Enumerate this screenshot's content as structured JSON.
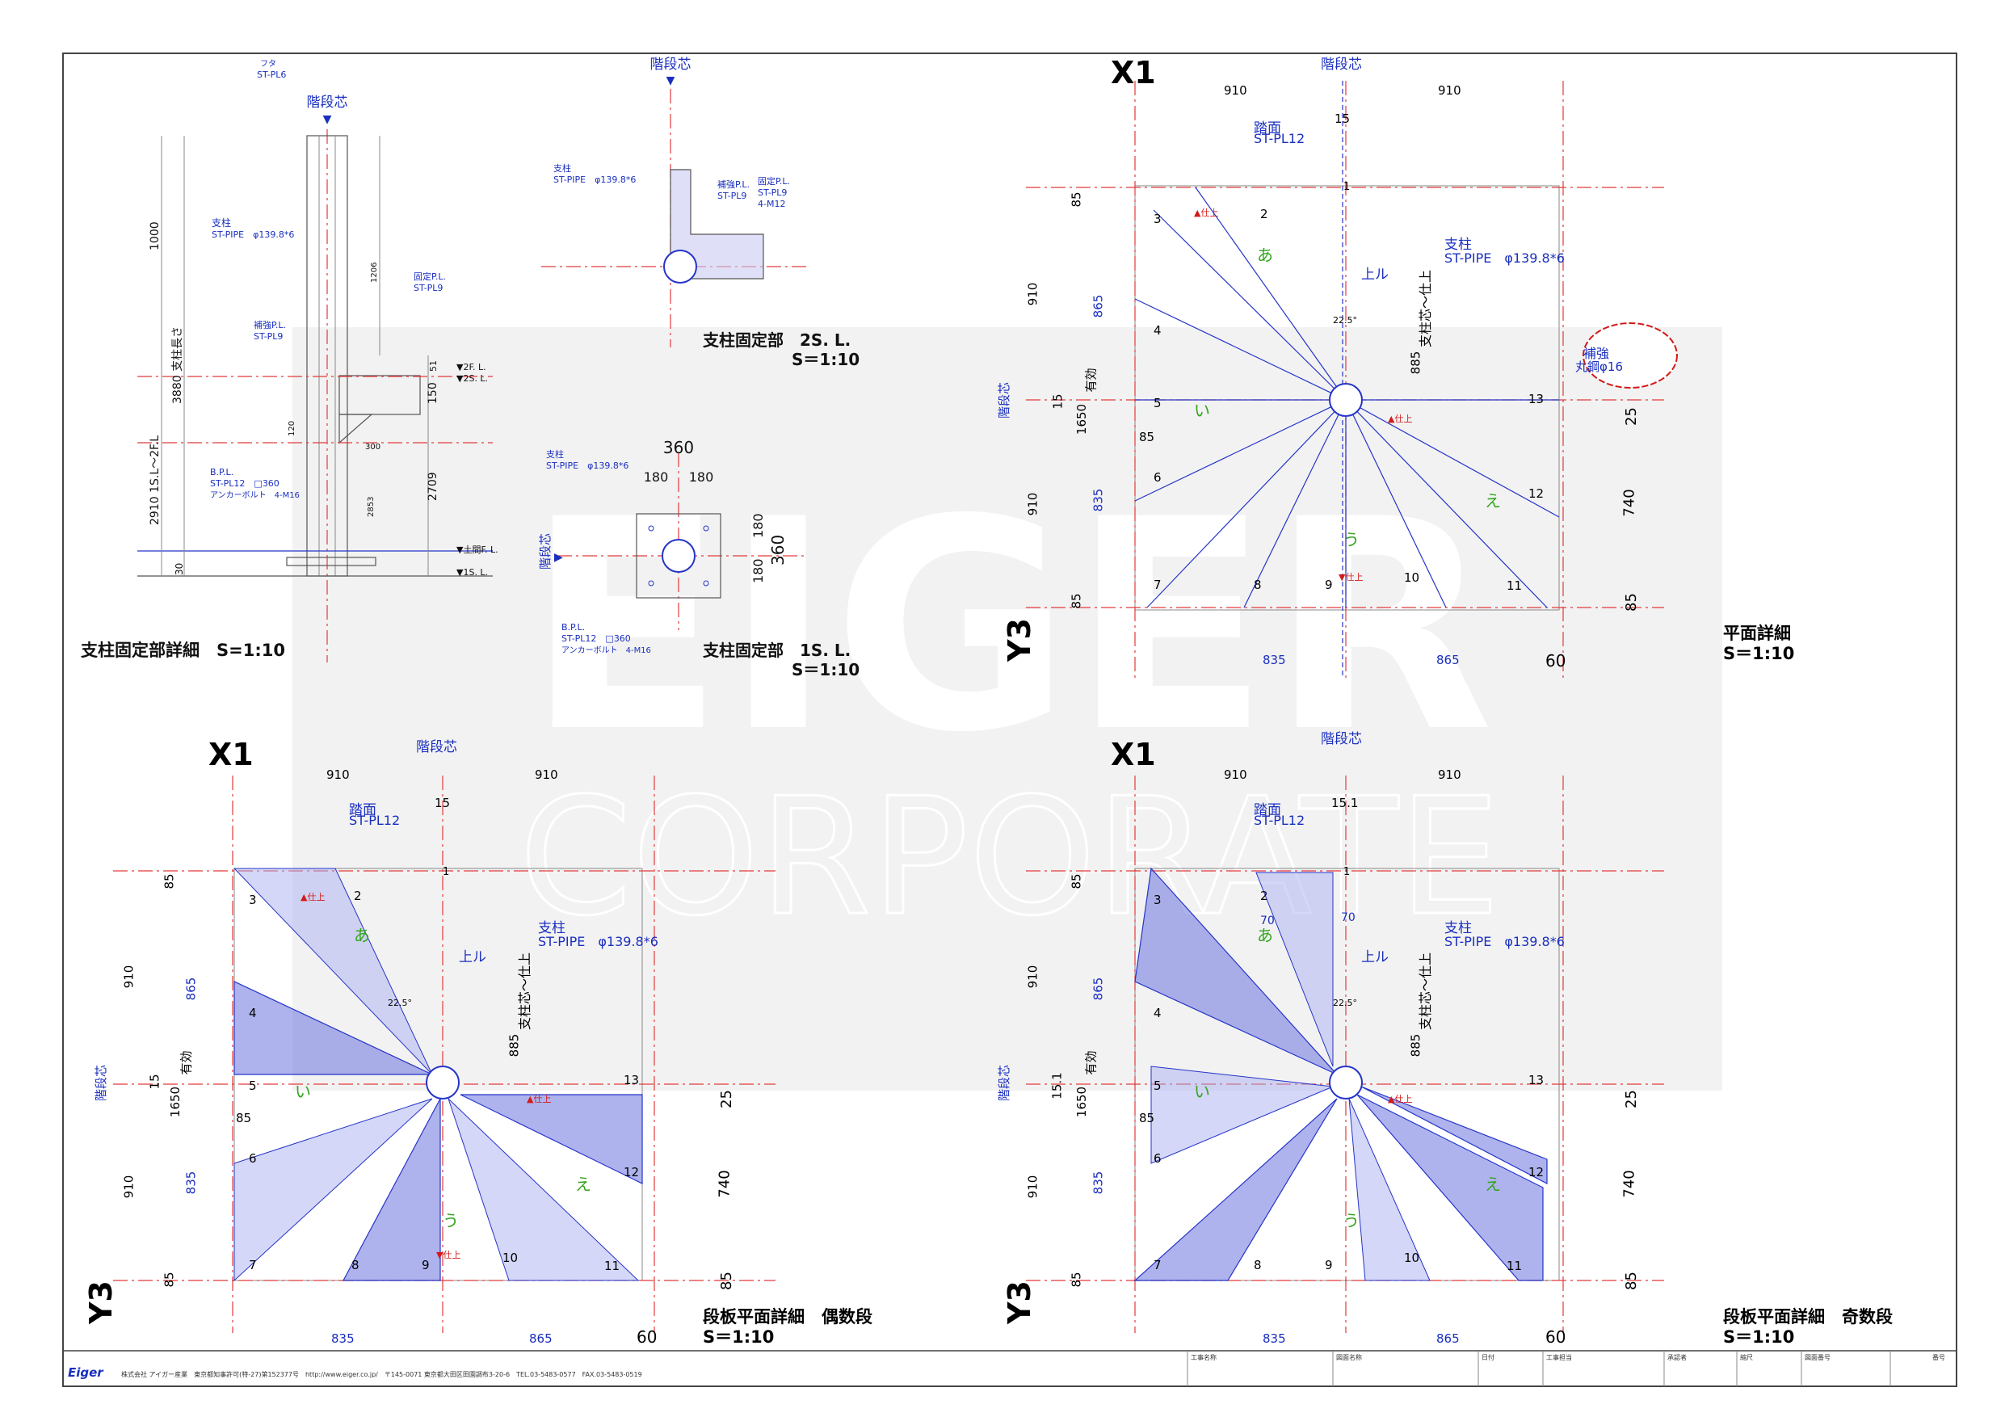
{
  "watermark": {
    "word1": "EIGER",
    "word2": "CORPORATE"
  },
  "views": {
    "column_detail": {
      "title": "支柱固定部詳細　S=1:10",
      "stair_center": "階段芯",
      "cap_label": "フタ",
      "cap_spec": "ST-PL6",
      "column_label": "支柱",
      "column_spec": "ST-PIPE　φ139.8*6",
      "fix_label": "固定P.L.",
      "fix_spec": "ST-PL9",
      "rib_label": "補強P.L.",
      "rib_spec": "ST-PL9",
      "bpl_label": "B.P.L.",
      "bpl_spec": "ST-PL12　□360",
      "bolt": "アンカーボルト　4-M16",
      "dims": [
        "1000",
        "3880 支柱長さ",
        "2910 1S.L～2F.L",
        "30",
        "1206",
        "51",
        "150",
        "120",
        "300",
        "2853",
        "2709"
      ],
      "levels": [
        "▼2F. L.",
        "▼2S. L.",
        "▼土間F. L.",
        "▼1S. L."
      ]
    },
    "fix_2sl": {
      "title": "支柱固定部　2S. L.",
      "scale": "S＝1:10",
      "stair_center": "階段芯",
      "column_label": "支柱",
      "column_spec": "ST-PIPE　φ139.8*6",
      "rib_label": "補強P.L.",
      "rib_spec": "ST-PL9",
      "fix_label": "固定P.L.",
      "fix_spec": "ST-PL9",
      "bolt": "4-M12"
    },
    "fix_1sl": {
      "title": "支柱固定部　1S. L.",
      "scale": "S＝1:10",
      "stair_center": "階段芯",
      "column_label": "支柱",
      "column_spec": "ST-PIPE　φ139.8*6",
      "dims": [
        "360",
        "180",
        "180",
        "180",
        "180",
        "360"
      ],
      "bpl_label": "B.P.L.",
      "bpl_spec": "ST-PL12　□360",
      "bolt": "アンカーボルト　4-M16"
    },
    "plan_detail": {
      "title": "平面詳細",
      "scale": "S＝1:10"
    },
    "tread_even": {
      "title": "段板平面詳細　偶数段",
      "scale": "S＝1:10"
    },
    "tread_odd": {
      "title": "段板平面詳細　奇数段",
      "scale": "S＝1:10"
    }
  },
  "plan_common": {
    "x_axis": "X1",
    "y_axis": "Y3",
    "stair_center": "階段芯",
    "tread_label": "踏面",
    "tread_spec": "ST-PL12",
    "column_label": "支柱",
    "column_spec": "ST-PIPE　φ139.8*6",
    "up": "上ル",
    "to_finish": "支柱芯～仕上",
    "effective": "有効",
    "finish": "▲仕上",
    "finish_v": "▼仕上",
    "top_dims": [
      "910",
      "910"
    ],
    "left_dims": [
      "85",
      "910",
      "865",
      "15",
      "1650",
      "835",
      "910",
      "85",
      "85"
    ],
    "right_dims": [
      "885",
      "25",
      "740",
      "85"
    ],
    "bottom_dims": [
      "835",
      "865",
      "60"
    ],
    "angle": "22.5°",
    "markers": [
      "あ",
      "い",
      "う",
      "え"
    ],
    "step_numbers": [
      "1",
      "2",
      "3",
      "4",
      "5",
      "6",
      "7",
      "8",
      "9",
      "10",
      "11",
      "12",
      "13"
    ],
    "top_num_plan": "15",
    "top_num_odd": "15.1",
    "odd_left15": "15.1",
    "odd_70": "70",
    "reinforce": "補強",
    "reinforce_spec": "丸鋼φ16"
  },
  "title_block": {
    "company": "株式会社 アイガー産業　東京都知事許可(特-27)第152377号　http://www.eiger.co.jp/　〒145-0071 東京都大田区田園調布3-20-6　TEL.03-5483-0577　FAX.03-5483-0519",
    "logo": "Eiger",
    "fields": [
      "工事名称",
      "図面名称",
      "日付",
      "工事担当",
      "承認者",
      "縮尺",
      "図面番号",
      "番号"
    ]
  }
}
